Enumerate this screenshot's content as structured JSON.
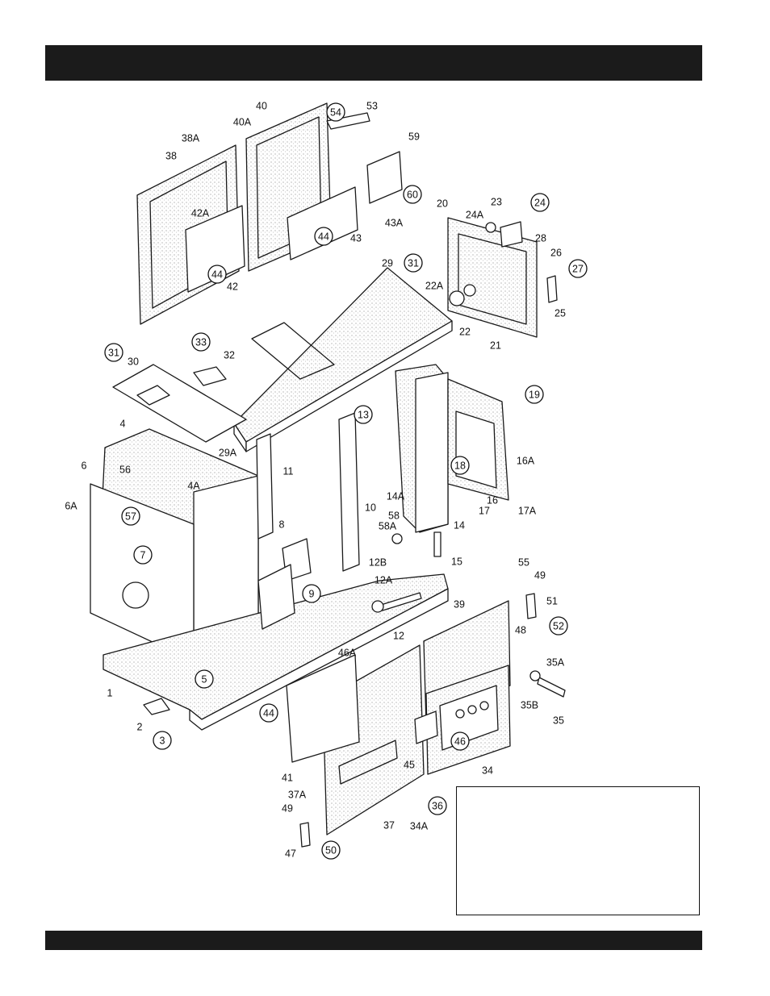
{
  "header": {
    "text": ""
  },
  "footer": {
    "text": ""
  },
  "note_box": {
    "text": ""
  },
  "callouts": [
    {
      "id": "54",
      "t": "54",
      "c": true
    },
    {
      "id": "53",
      "t": "53",
      "c": false
    },
    {
      "id": "40",
      "t": "40",
      "c": false
    },
    {
      "id": "40A",
      "t": "40A",
      "c": false
    },
    {
      "id": "59",
      "t": "59",
      "c": false
    },
    {
      "id": "38A",
      "t": "38A",
      "c": false
    },
    {
      "id": "38",
      "t": "38",
      "c": false
    },
    {
      "id": "60",
      "t": "60",
      "c": true
    },
    {
      "id": "20",
      "t": "20",
      "c": false
    },
    {
      "id": "23",
      "t": "23",
      "c": false
    },
    {
      "id": "24",
      "t": "24",
      "c": true
    },
    {
      "id": "24A",
      "t": "24A",
      "c": false
    },
    {
      "id": "42A",
      "t": "42A",
      "c": false
    },
    {
      "id": "44a",
      "t": "44",
      "c": true
    },
    {
      "id": "43A",
      "t": "43A",
      "c": false
    },
    {
      "id": "43",
      "t": "43",
      "c": false
    },
    {
      "id": "28",
      "t": "28",
      "c": false
    },
    {
      "id": "26",
      "t": "26",
      "c": false
    },
    {
      "id": "27",
      "t": "27",
      "c": true
    },
    {
      "id": "44b",
      "t": "44",
      "c": true
    },
    {
      "id": "42",
      "t": "42",
      "c": false
    },
    {
      "id": "29",
      "t": "29",
      "c": false
    },
    {
      "id": "31a",
      "t": "31",
      "c": true
    },
    {
      "id": "22A",
      "t": "22A",
      "c": false
    },
    {
      "id": "25",
      "t": "25",
      "c": false
    },
    {
      "id": "22",
      "t": "22",
      "c": false
    },
    {
      "id": "21",
      "t": "21",
      "c": false
    },
    {
      "id": "33",
      "t": "33",
      "c": true
    },
    {
      "id": "31b",
      "t": "31",
      "c": true
    },
    {
      "id": "32",
      "t": "32",
      "c": false
    },
    {
      "id": "30",
      "t": "30",
      "c": false
    },
    {
      "id": "19",
      "t": "19",
      "c": true
    },
    {
      "id": "13",
      "t": "13",
      "c": true
    },
    {
      "id": "29A",
      "t": "29A",
      "c": false
    },
    {
      "id": "4",
      "t": "4",
      "c": false
    },
    {
      "id": "56",
      "t": "56",
      "c": false
    },
    {
      "id": "6",
      "t": "6",
      "c": false
    },
    {
      "id": "4A",
      "t": "4A",
      "c": false
    },
    {
      "id": "11",
      "t": "11",
      "c": false
    },
    {
      "id": "18",
      "t": "18",
      "c": true
    },
    {
      "id": "16A",
      "t": "16A",
      "c": false
    },
    {
      "id": "6A",
      "t": "6A",
      "c": false
    },
    {
      "id": "57",
      "t": "57",
      "c": true
    },
    {
      "id": "14A",
      "t": "14A",
      "c": false
    },
    {
      "id": "16",
      "t": "16",
      "c": false
    },
    {
      "id": "17",
      "t": "17",
      "c": false
    },
    {
      "id": "17A",
      "t": "17A",
      "c": false
    },
    {
      "id": "10",
      "t": "10",
      "c": false
    },
    {
      "id": "58",
      "t": "58",
      "c": false
    },
    {
      "id": "58A",
      "t": "58A",
      "c": false
    },
    {
      "id": "14",
      "t": "14",
      "c": false
    },
    {
      "id": "8",
      "t": "8",
      "c": false
    },
    {
      "id": "7",
      "t": "7",
      "c": true
    },
    {
      "id": "15",
      "t": "15",
      "c": false
    },
    {
      "id": "12B",
      "t": "12B",
      "c": false
    },
    {
      "id": "55",
      "t": "55",
      "c": false
    },
    {
      "id": "12A",
      "t": "12A",
      "c": false
    },
    {
      "id": "49a",
      "t": "49",
      "c": false
    },
    {
      "id": "9",
      "t": "9",
      "c": true
    },
    {
      "id": "51",
      "t": "51",
      "c": false
    },
    {
      "id": "39",
      "t": "39",
      "c": false
    },
    {
      "id": "52",
      "t": "52",
      "c": true
    },
    {
      "id": "12",
      "t": "12",
      "c": false
    },
    {
      "id": "48",
      "t": "48",
      "c": false
    },
    {
      "id": "46A",
      "t": "46A",
      "c": false
    },
    {
      "id": "35A",
      "t": "35A",
      "c": false
    },
    {
      "id": "5",
      "t": "5",
      "c": true
    },
    {
      "id": "1",
      "t": "1",
      "c": false
    },
    {
      "id": "35B",
      "t": "35B",
      "c": false
    },
    {
      "id": "44c",
      "t": "44",
      "c": true
    },
    {
      "id": "35",
      "t": "35",
      "c": false
    },
    {
      "id": "2",
      "t": "2",
      "c": false
    },
    {
      "id": "46",
      "t": "46",
      "c": true
    },
    {
      "id": "3",
      "t": "3",
      "c": true
    },
    {
      "id": "45",
      "t": "45",
      "c": false
    },
    {
      "id": "34",
      "t": "34",
      "c": false
    },
    {
      "id": "41",
      "t": "41",
      "c": false
    },
    {
      "id": "37A",
      "t": "37A",
      "c": false
    },
    {
      "id": "36",
      "t": "36",
      "c": true
    },
    {
      "id": "49b",
      "t": "49",
      "c": false
    },
    {
      "id": "37",
      "t": "37",
      "c": false
    },
    {
      "id": "34A",
      "t": "34A",
      "c": false
    },
    {
      "id": "47",
      "t": "47",
      "c": false
    },
    {
      "id": "50",
      "t": "50",
      "c": true
    }
  ]
}
